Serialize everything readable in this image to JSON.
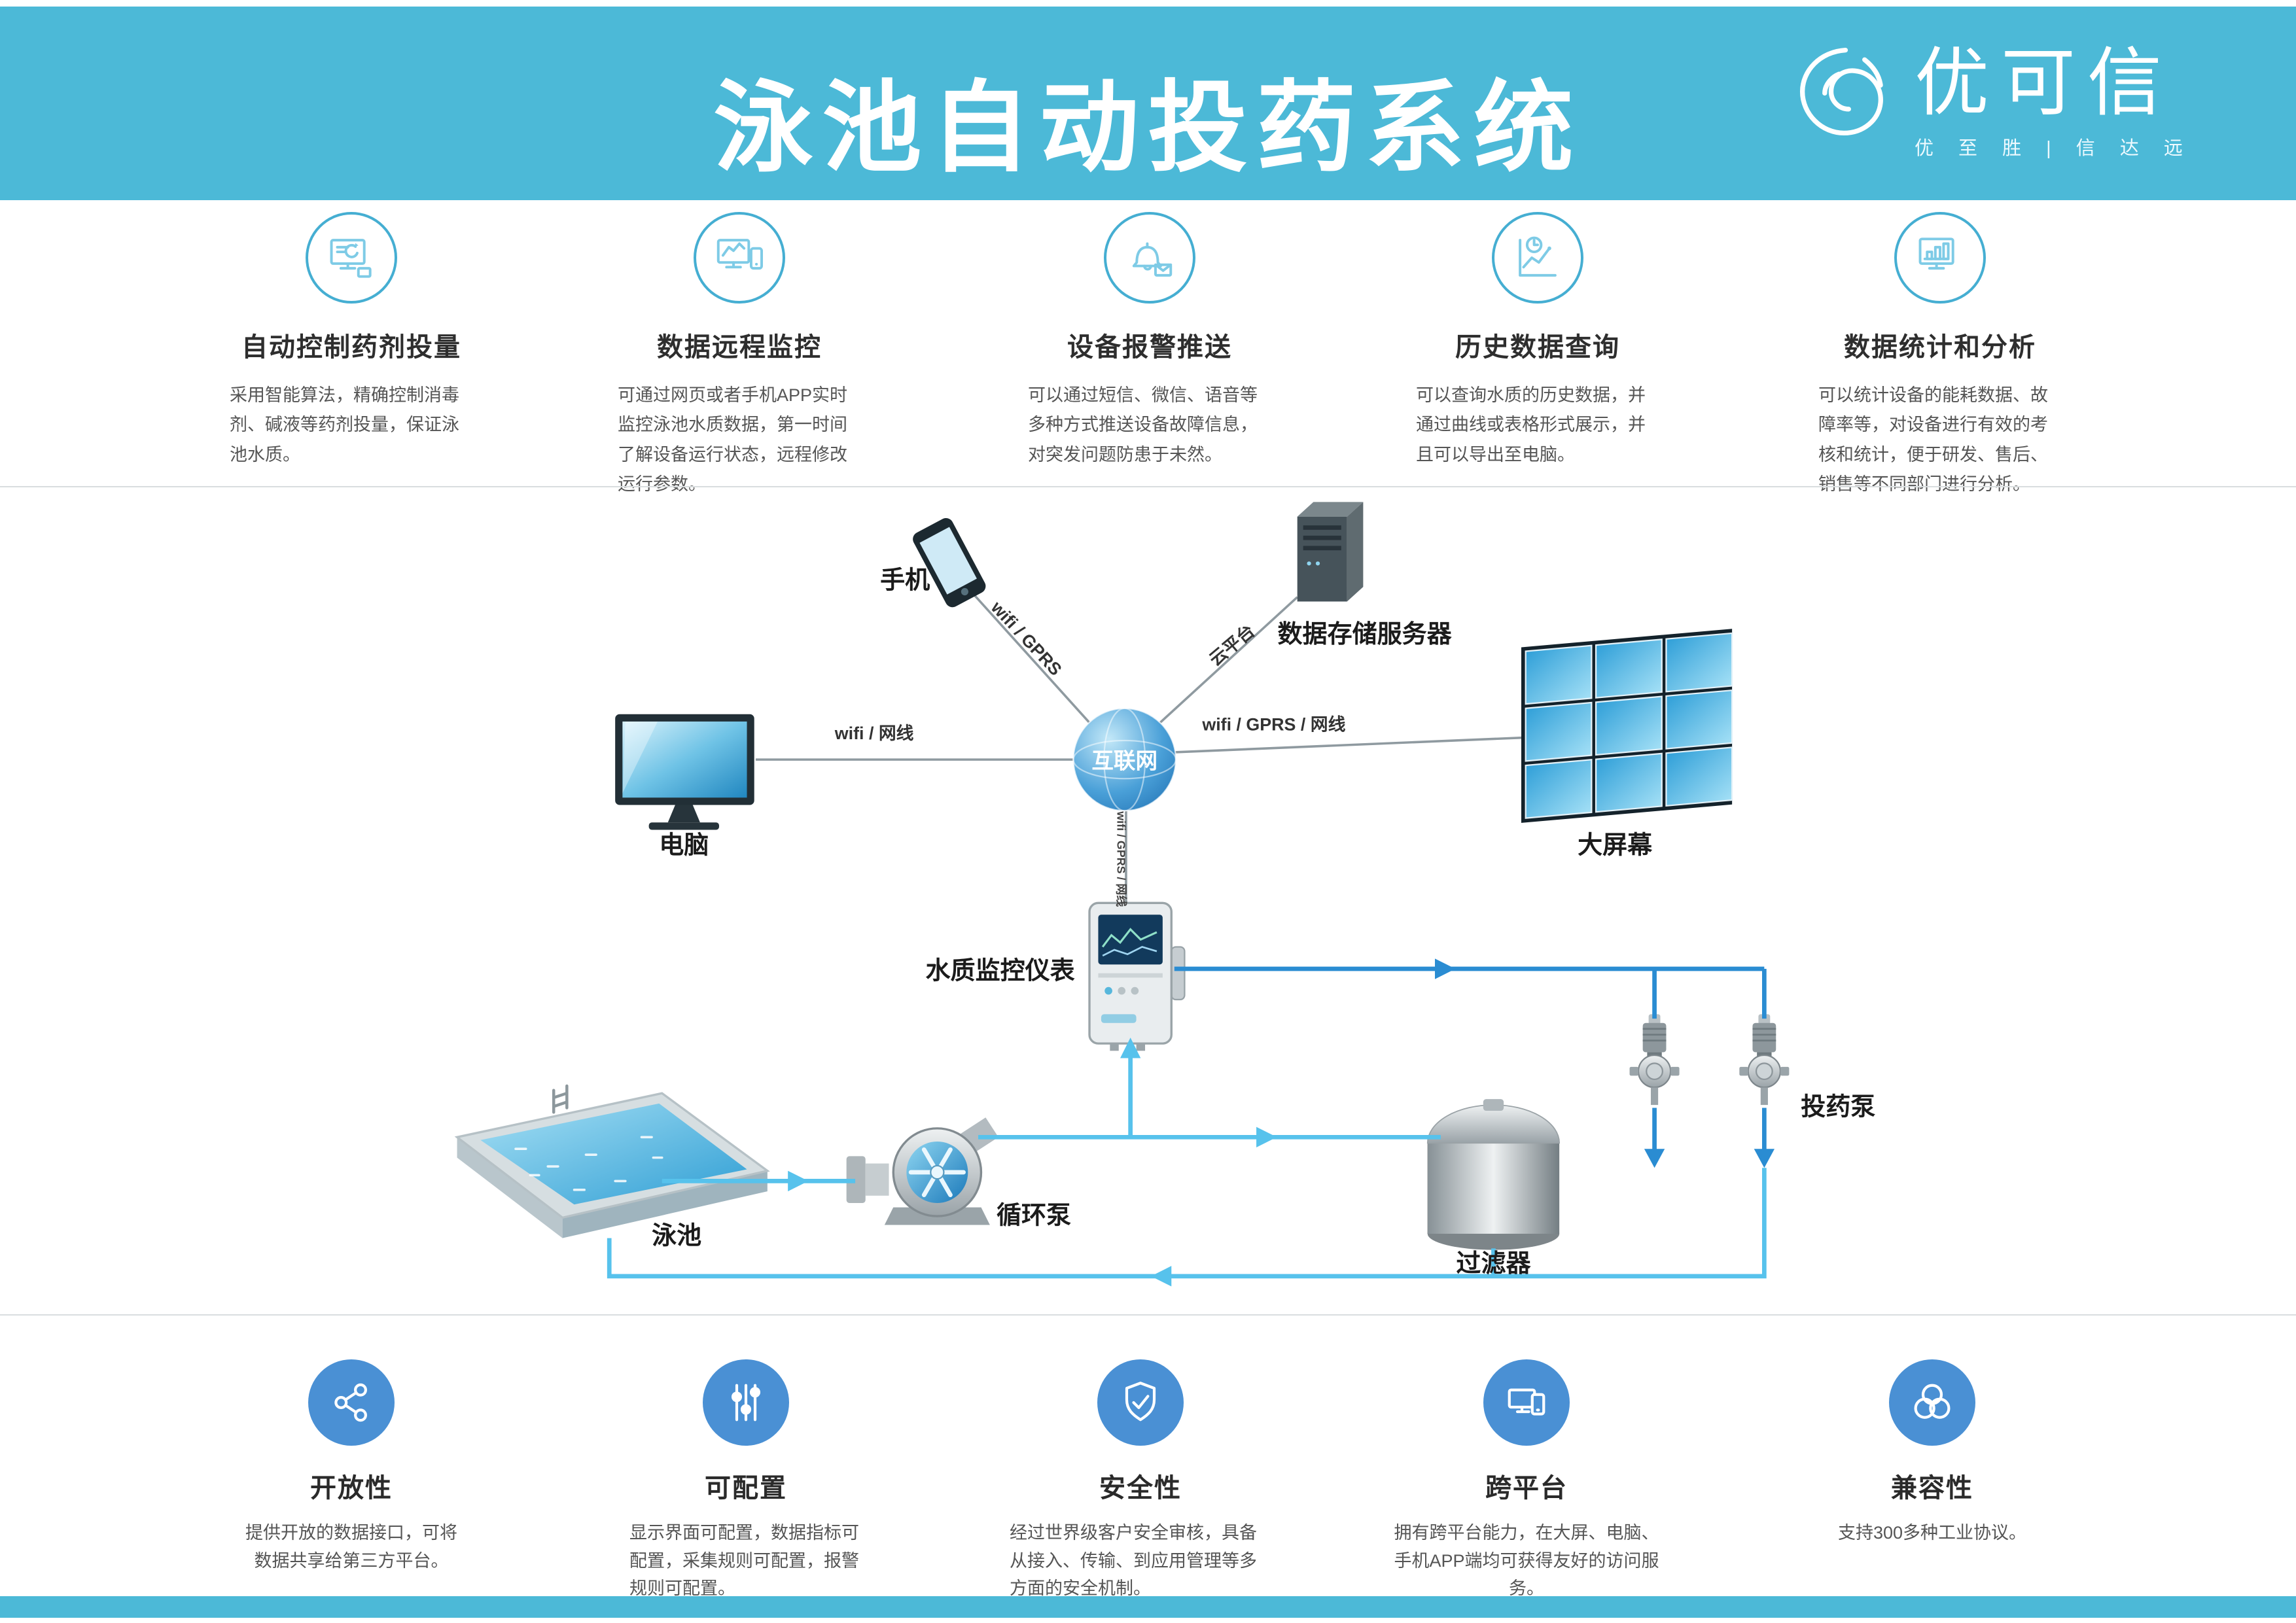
{
  "header": {
    "title": "泳池自动投药系统",
    "brand_name": "优可信",
    "brand_tagline": "优 至 胜 | 信 达 远"
  },
  "features_top": [
    {
      "title": "自动控制药剂投量",
      "icon": "auto-dosing-icon",
      "desc": "采用智能算法，精确控制消毒剂、碱液等药剂投量，保证泳池水质。"
    },
    {
      "title": "数据远程监控",
      "icon": "remote-monitor-icon",
      "desc": "可通过网页或者手机APP实时监控泳池水质数据，第一时间了解设备运行状态，远程修改运行参数。"
    },
    {
      "title": "设备报警推送",
      "icon": "alarm-push-icon",
      "desc": "可以通过短信、微信、语音等多种方式推送设备故障信息，对突发问题防患于未然。"
    },
    {
      "title": "历史数据查询",
      "icon": "history-query-icon",
      "desc": "可以查询水质的历史数据，并通过曲线或表格形式展示，并且可以导出至电脑。"
    },
    {
      "title": "数据统计和分析",
      "icon": "statistics-icon",
      "desc": "可以统计设备的能耗数据、故障率等，对设备进行有效的考核和统计，便于研发、售后、销售等不同部门进行分析。"
    }
  ],
  "diagram": {
    "nodes": {
      "phone": "手机",
      "internet": "互联网",
      "server": "数据存储服务器",
      "pc": "电脑",
      "big_screen": "大屏幕",
      "meter": "水质监控仪表",
      "pool": "泳池",
      "circulation_pump": "循环泵",
      "filter": "过滤器",
      "dosing_pump": "投药泵"
    },
    "links": {
      "pc_internet": "wifi / 网线",
      "phone_internet": "wifi / GPRS",
      "server_internet": "云平台",
      "internet_screen": "wifi / GPRS / 网线",
      "internet_meter": "wifi / GPRS / 网线"
    }
  },
  "features_bottom": [
    {
      "title": "开放性",
      "icon": "share-icon",
      "desc": "提供开放的数据接口，可将数据共享给第三方平台。"
    },
    {
      "title": "可配置",
      "icon": "sliders-icon",
      "desc": "显示界面可配置，数据指标可配置，采集规则可配置，报警规则可配置。"
    },
    {
      "title": "安全性",
      "icon": "shield-check-icon",
      "desc": "经过世界级客户安全审核，具备从接入、传输、到应用管理等多方面的安全机制。"
    },
    {
      "title": "跨平台",
      "icon": "devices-icon",
      "desc": "拥有跨平台能力，在大屏、电脑、手机APP端均可获得友好的访问服务。"
    },
    {
      "title": "兼容性",
      "icon": "compatibility-icon",
      "desc": "支持300多种工业协议。"
    }
  ],
  "colors": {
    "banner": "#4cb9d7",
    "bottom_circle": "#4a90d4",
    "flow_light": "#57c2ec",
    "flow_dark": "#2a8cd2"
  }
}
